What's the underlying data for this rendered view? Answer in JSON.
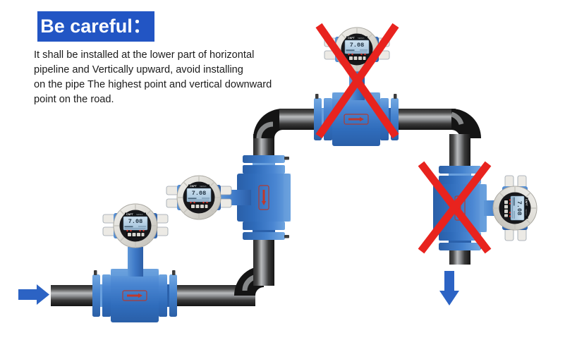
{
  "banner": {
    "title": "Be careful："
  },
  "note": {
    "lines": [
      "It shall be installed at the lower part of horizontal",
      "pipeline and Vertically upward, avoid installing",
      "on the pipe The highest point and vertical downward",
      "point on the road."
    ]
  },
  "colors": {
    "banner_blue": "#2255c4",
    "arrow_blue": "#2c63c4",
    "device_blue": "#3f7fd0",
    "device_blue_dark": "#2a5fa8",
    "pipe_dark": "#1c1c1c",
    "pipe_mid": "#8e9093",
    "cross_red": "#e8231e",
    "housing_grey": "#e3e1dc",
    "lcd_blue": "#bcd5e8"
  },
  "devices": [
    {
      "id": "meter-horizontal-inlet",
      "label": "flowmeter on lower horizontal pipeline",
      "display_value": "7.08",
      "brand": "CNPT",
      "orientation": "upright",
      "status": "correct",
      "crossed_out": false
    },
    {
      "id": "meter-vertical-upward",
      "label": "flowmeter on vertically upward pipe",
      "display_value": "7.08",
      "brand": "CNPT",
      "orientation": "upright",
      "status": "correct",
      "crossed_out": false
    },
    {
      "id": "meter-highest-point",
      "label": "flowmeter at highest point of pipe",
      "display_value": "7.08",
      "brand": "CNPT",
      "orientation": "upright",
      "status": "forbidden",
      "crossed_out": true
    },
    {
      "id": "meter-vertical-downward",
      "label": "flowmeter on vertical downward pipe",
      "display_value": "7.08",
      "brand": "CNPT",
      "orientation": "rotated-90",
      "status": "forbidden",
      "crossed_out": true
    }
  ],
  "arrows": [
    {
      "id": "inlet-arrow",
      "direction": "right",
      "label": "flow inlet direction"
    },
    {
      "id": "outlet-arrow",
      "direction": "down",
      "label": "flow outlet direction"
    }
  ],
  "body_plate": {
    "symbol": "flow direction arrow plate"
  }
}
